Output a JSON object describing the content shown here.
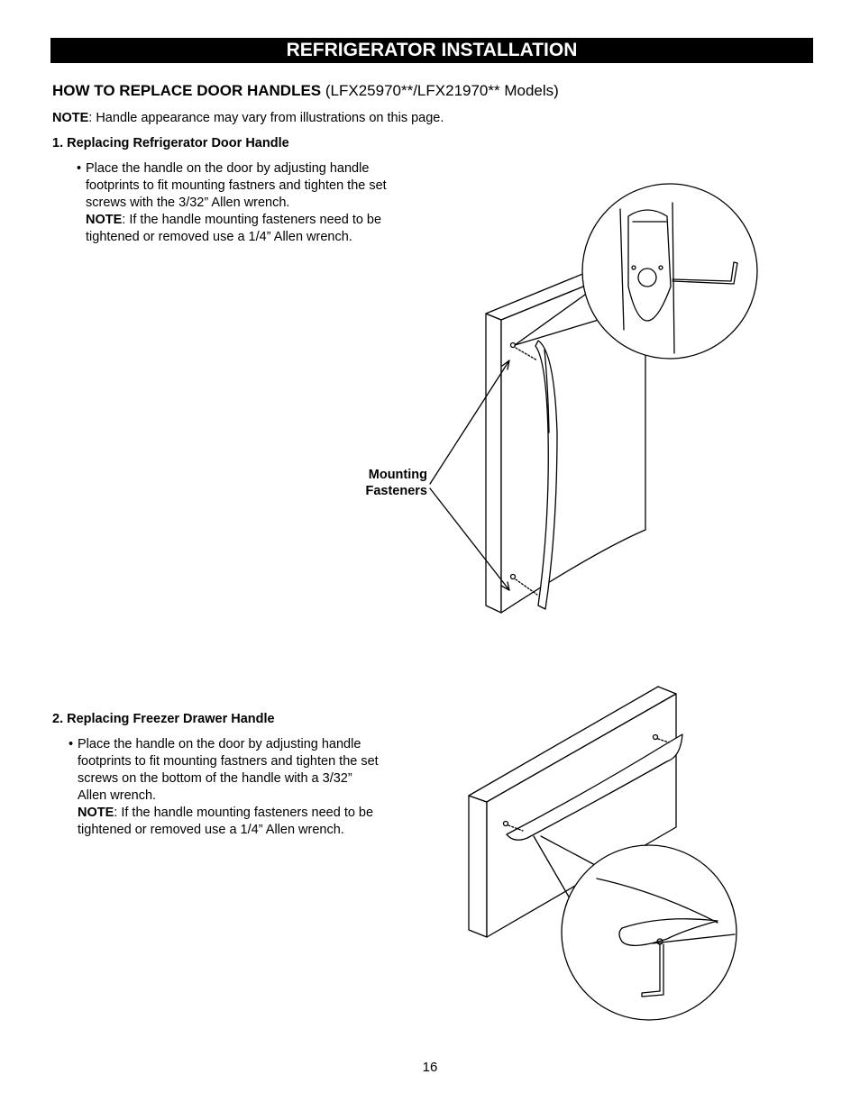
{
  "section_title": "REFRIGERATOR INSTALLATION",
  "heading": {
    "bold": "HOW TO REPLACE DOOR HANDLES",
    "models": " (LFX25970**/LFX21970** Models)"
  },
  "note": {
    "label": "NOTE",
    "text": ": Handle appearance may vary from illustrations on this page."
  },
  "step1": {
    "title": "1. Replacing Refrigerator Door Handle",
    "bullet": "•",
    "lines": [
      "Place the handle on the door by adjusting handle",
      "footprints to fit mounting fastners and tighten the set",
      "screws with the 3/32” Allen wrench."
    ],
    "note_label": "NOTE",
    "note_lines": [
      ": If the handle mounting fasteners need to be",
      "tightened or removed use a 1/4” Allen wrench."
    ],
    "callout": [
      "Mounting",
      "Fasteners"
    ]
  },
  "step2": {
    "title": "2. Replacing Freezer Drawer Handle",
    "bullet": "•",
    "lines": [
      "Place the handle on the door by adjusting handle",
      "footprints to fit mounting fastners and tighten the set",
      "screws on the bottom of the handle with a 3/32”",
      "Allen wrench."
    ],
    "note_label": "NOTE",
    "note_lines": [
      ": If the handle mounting fasteners need to be",
      "tightened or removed use a 1/4” Allen wrench."
    ]
  },
  "page_number": "16"
}
